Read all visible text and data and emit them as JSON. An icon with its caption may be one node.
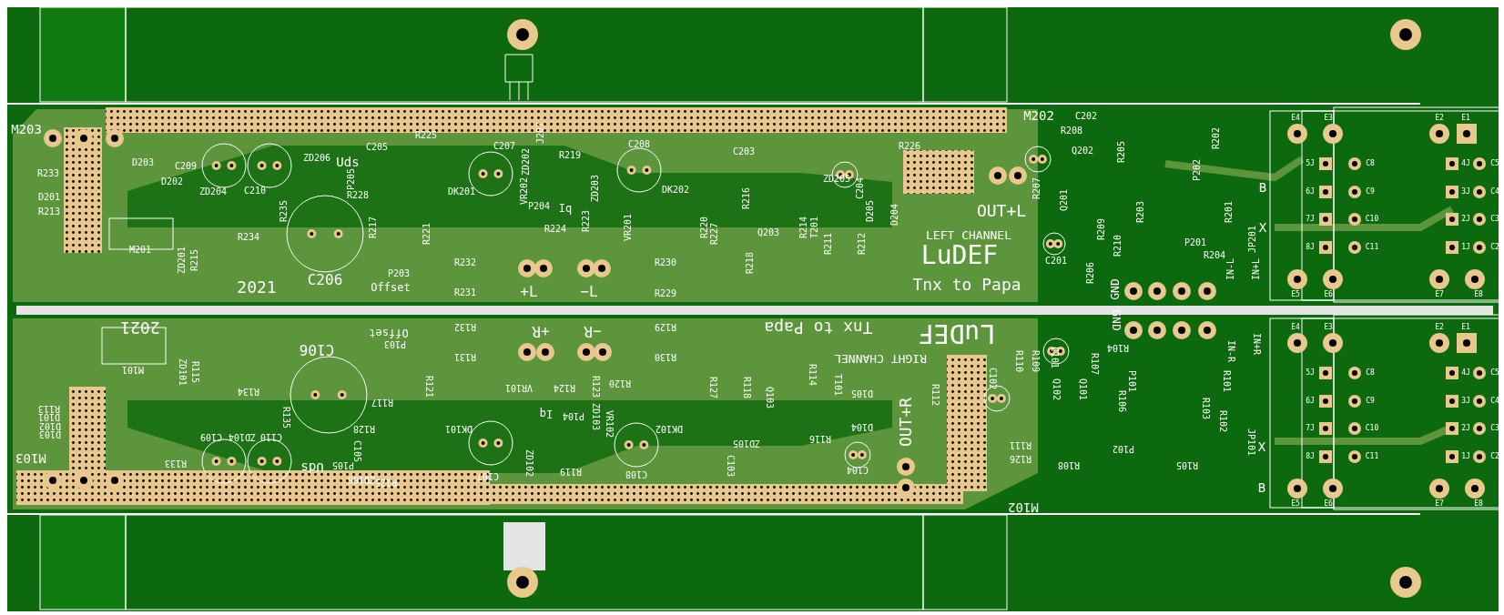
{
  "diagram": {
    "labels": [
      "M203",
      "R233",
      "D203",
      "C209",
      "D202",
      "D201",
      "R213",
      "ZD204",
      "C210",
      "R235",
      "R234",
      "M201",
      "ZD201",
      "R215",
      "ZD206",
      "Uds",
      "C205",
      "R225",
      "P205",
      "R228",
      "R217",
      "DK201",
      "R221",
      "R232",
      "R231",
      "C206",
      "P203",
      "Offset",
      "2021",
      "C207",
      "ZD202",
      "J207",
      "R219",
      "C208",
      "VR202",
      "P204",
      "Iq",
      "ZD203",
      "R223",
      "R224",
      "DK202",
      "VR201",
      "R220",
      "R227",
      "R230",
      "R229",
      "+L",
      "−L",
      "C203",
      "R216",
      "Q203",
      "R218",
      "R214",
      "T201",
      "ZD205",
      "C204",
      "D205",
      "D204",
      "R226",
      "R211",
      "R212",
      "M202",
      "C202",
      "R208",
      "Q202",
      "R205",
      "OUT+L",
      "LEFT CHANNEL",
      "LuDEF",
      "R207",
      "Q201",
      "R209",
      "R210",
      "R203",
      "P202",
      "R202",
      "B",
      "R201",
      "X",
      "JP201",
      "C201",
      "R206",
      "P201",
      "R204",
      "Tnx to Papa",
      "GND",
      "IN-L",
      "IN+L",
      "E4",
      "E3",
      "E2",
      "E1",
      "5J",
      "C8",
      "4J",
      "C5",
      "6J",
      "C9",
      "3J",
      "C4",
      "7J",
      "C10",
      "2J",
      "C3",
      "8J",
      "C11",
      "1J",
      "C2",
      "E5",
      "E6",
      "E7",
      "E8",
      "2021",
      "Offset",
      "P103",
      "R132",
      "+R",
      "−R",
      "R129",
      "Tnx to Papa",
      "LuDEF",
      "C106",
      "R131",
      "R130",
      "RIGHT CHANNEL",
      "M101",
      "ZD101",
      "R115",
      "R134",
      "R121",
      "VR101",
      "R124",
      "R123",
      "R120",
      "R127",
      "R118",
      "Q103",
      "R114",
      "T101",
      "D105",
      "R112",
      "C102",
      "R110",
      "R109",
      "C101",
      "Q102",
      "Q101",
      "R107",
      "R104",
      "GND",
      "IN-R",
      "IN+R",
      "P101",
      "R101",
      "R106",
      "R113",
      "R117",
      "R103",
      "D101",
      "R135",
      "Iq",
      "P104",
      "ZD103",
      "VR102",
      "D102",
      "D103",
      "C109",
      "ZD104",
      "C110",
      "R128",
      "DK101",
      "DK102",
      "ZD105",
      "R116",
      "D104",
      "OUT+R",
      "R111",
      "P102",
      "R102",
      "JP101",
      "X",
      "M103",
      "R133",
      "Uds",
      "P105",
      "C105",
      "ZD106",
      "R125",
      "C107",
      "ZD102",
      "R119",
      "C108",
      "C103",
      "C104",
      "R126",
      "R108",
      "R105",
      "B",
      "M102",
      "E4",
      "E3",
      "E2",
      "E1",
      "5J",
      "C8",
      "4J",
      "C5",
      "6J",
      "C9",
      "3J",
      "C4",
      "7J",
      "C10",
      "2J",
      "C3",
      "8J",
      "C11",
      "1J",
      "C2",
      "E5",
      "E6",
      "E7",
      "E8"
    ]
  }
}
